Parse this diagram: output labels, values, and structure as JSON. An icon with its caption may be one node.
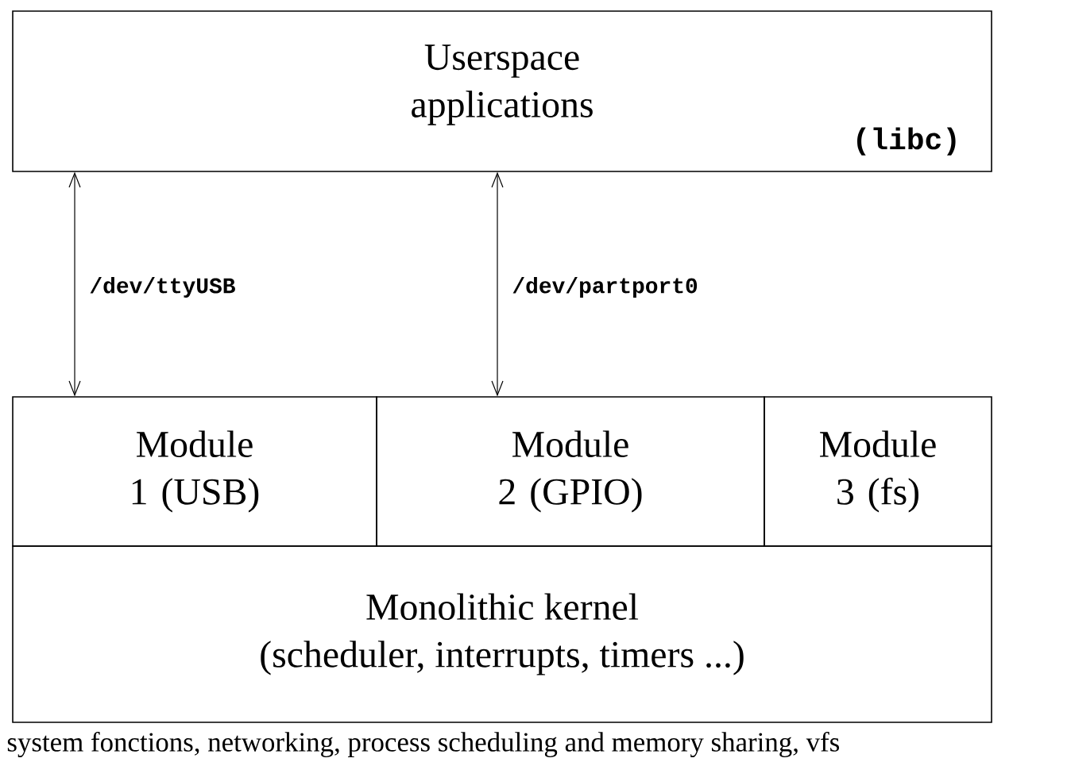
{
  "diagram": {
    "caption": "system fonctions, networking, process scheduling and memory sharing, vfs",
    "nodes": [
      {
        "text": [
          "Userspace applications",
          "(libc)"
        ]
      },
      {
        "text": [
          "Module 1 (USB)"
        ]
      },
      {
        "text": [
          "Module 2 (GPIO)"
        ]
      },
      {
        "text": [
          "Module 3 (fs)"
        ]
      },
      {
        "text": [
          "Monolithic kernel",
          "(scheduler, interrupts, timers ...)"
        ]
      }
    ],
    "edges": [
      {
        "from": 0,
        "to": 1,
        "arrow": "both",
        "label": "/dev/ttyUSB"
      },
      {
        "from": 0,
        "to": 2,
        "arrow": "both",
        "label": "/dev/partport0"
      }
    ]
  }
}
